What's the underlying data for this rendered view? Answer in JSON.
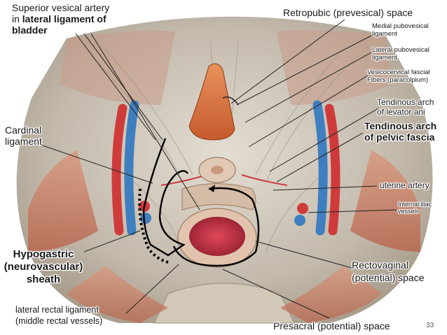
{
  "labels": {
    "superior_vesical_line1": "Superior vesical artery",
    "superior_vesical_prefix": "in ",
    "superior_vesical_bold": "lateral ligament of",
    "superior_vesical_bold2": "bladder",
    "retropubic": "Retropubic (prevesical) space",
    "medial_pubovesical_1": "Medial pubovesical",
    "medial_pubovesical_2": "ligament",
    "lateral_pubovesical_1": "Lateral pubovesical",
    "lateral_pubovesical_2": "ligament",
    "vesicocervical_1": "Vesicocervical fascial",
    "vesicocervical_2": "Fibers (paracolpium)",
    "tendinous_levator_1": "Tendinous arch",
    "tendinous_levator_2": "of levator ani",
    "tendinous_pelvic_1": "Tendinous arch",
    "tendinous_pelvic_2": "of pelvic fascia",
    "cardinal_1": "Cardinal",
    "cardinal_2": "ligament",
    "uterine_artery": "uterine artery",
    "internal_iliac_1": "Internal iliac",
    "internal_iliac_2": "vessels",
    "hypogastric_1": "Hypogastric",
    "hypogastric_2": "(neurovascular)",
    "hypogastric_3": "sheath",
    "rectovaginal_1": "Rectovaginal",
    "rectovaginal_2": "(potential) space",
    "lateral_rectal_1": "lateral rectal ligament",
    "lateral_rectal_2": "(middle rectal vessels)",
    "presacral": "Presacral (potential) space",
    "page_number": "33"
  },
  "colors": {
    "background": "#ffffff",
    "tissue": "#c8bfb2",
    "muscle": "#c9826a",
    "artery": "#cf3b3b",
    "vein": "#3f7fbf",
    "bladder": "#d9733e",
    "rectum": "#c8384a",
    "leader": "#222222"
  }
}
